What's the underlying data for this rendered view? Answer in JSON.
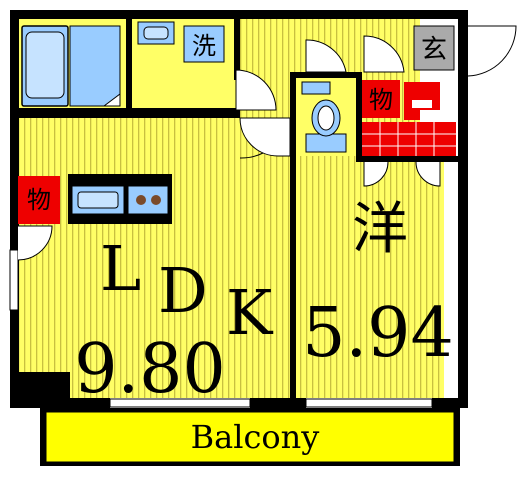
{
  "floorplan": {
    "labels": {
      "washer": "洗",
      "entrance": "玄",
      "storage_closet": "物",
      "storage_kitchen": "物",
      "western_room": "洋",
      "ldk_letters": [
        "L",
        "D",
        "K"
      ],
      "ldk_size": "9.80",
      "western_size": "5.94",
      "balcony": "Balcony"
    },
    "colors": {
      "room_fill": "#ffff66",
      "stripe": "#c8c040",
      "wall": "#000000",
      "fixture_blue": "#99ccff",
      "storage_red": "#ee0000",
      "entrance_gray": "#aaaaaa",
      "balcony_fill": "#ffff00"
    },
    "icons": [
      "bathtub",
      "washbasin",
      "toilet",
      "kitchen-sink",
      "stove",
      "door-swing",
      "stairs"
    ]
  }
}
